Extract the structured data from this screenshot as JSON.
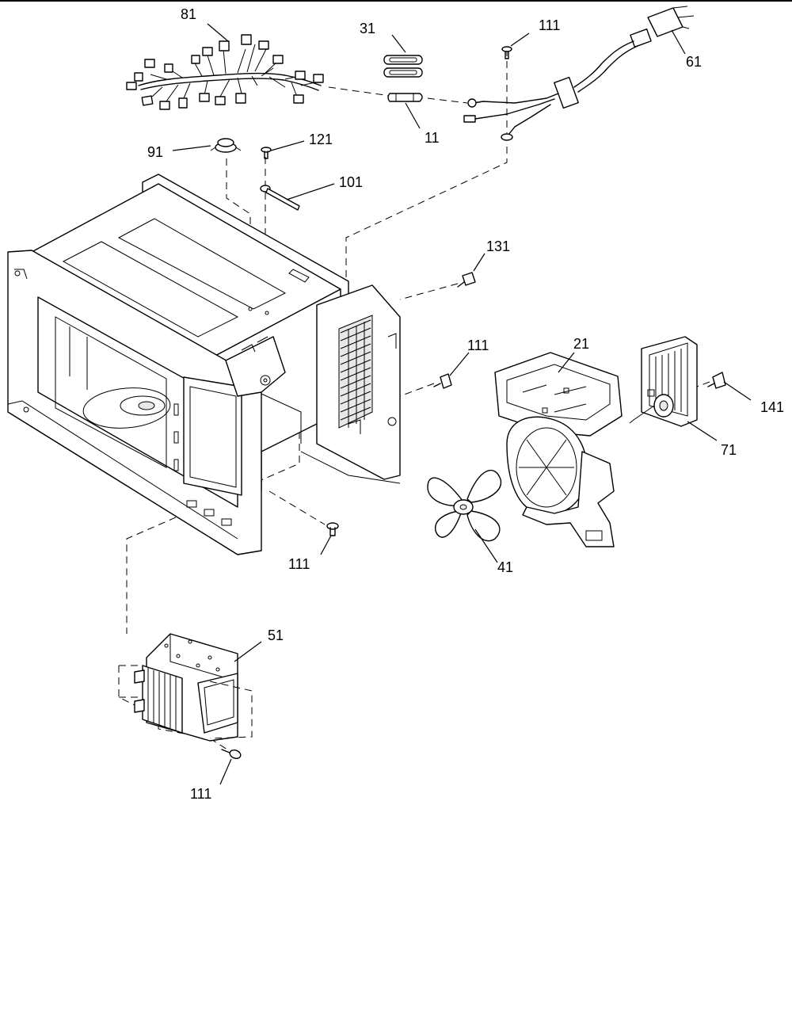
{
  "callouts": {
    "c81": "81",
    "c31": "31",
    "c111a": "111",
    "c61": "61",
    "c11": "11",
    "c91": "91",
    "c121": "121",
    "c101": "101",
    "c131": "131",
    "c111b": "111",
    "c21": "21",
    "c141": "141",
    "c71": "71",
    "c111c": "111",
    "c41": "41",
    "c51": "51",
    "c111d": "111"
  }
}
